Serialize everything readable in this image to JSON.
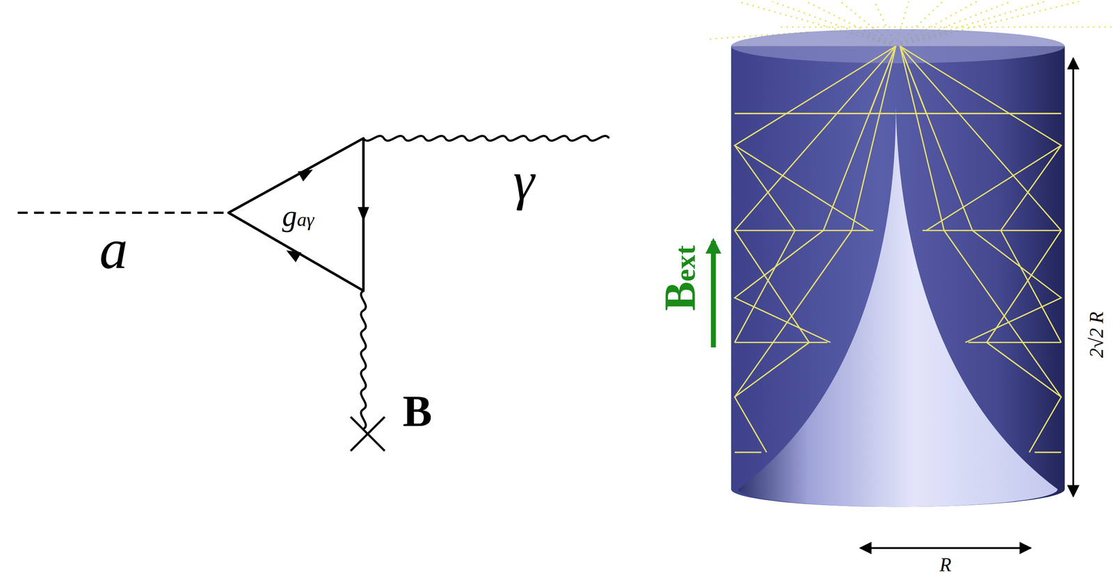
{
  "diagram": {
    "labels": [
      "a",
      "gaγ",
      "γ",
      "B",
      "Bext",
      "2√2 R",
      "R"
    ]
  }
}
